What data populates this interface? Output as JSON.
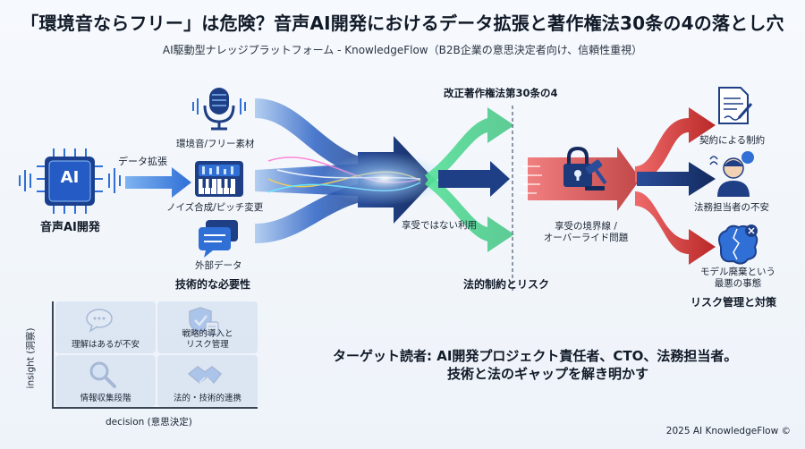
{
  "header": {
    "title": "「環境音ならフリー」は危険？音声AI開発におけるデータ拡張と著作権法30条の4の落とし穴",
    "subtitle": "AI駆動型ナレッジプラットフォーム - KnowledgeFlow（B2B企業の意思決定者向け、信頼性重視）"
  },
  "left": {
    "ai_chip_label": "AI",
    "ai_caption": "音声AI開発",
    "expand_label": "データ拡張"
  },
  "sources": {
    "ambient": "環境音/フリー素材",
    "noise": "ノイズ合成/ピッチ変更",
    "external": "外部データ",
    "footer": "技術的な必要性"
  },
  "middle": {
    "law_heading": "改正著作権法第30条の4",
    "non_enjoyment": "享受ではない利用",
    "section_footer": "法的制約とリスク",
    "boundary_line1": "享受の境界線 /",
    "boundary_line2": "オーバーライド問題"
  },
  "right": {
    "contract": "契約による制約",
    "legal_anxiety": "法務担当者の不安",
    "model_line1": "モデル廃棄という",
    "model_line2": "最悪の事態",
    "footer": "リスク管理と対策"
  },
  "matrix": {
    "y_axis": "insight (洞察)",
    "x_axis": "decision (意思決定)",
    "cells": [
      {
        "label": "理解はあるが不安",
        "icon": "speech-bubble-icon"
      },
      {
        "label": "戦略的導入と\nリスク管理",
        "icon": "shield-check-icon"
      },
      {
        "label": "情報収集段階",
        "icon": "magnifier-icon"
      },
      {
        "label": "法的・技術的連携",
        "icon": "handshake-icon"
      }
    ]
  },
  "target": {
    "line1": "ターゲット読者: AI開発プロジェクト責任者、CTO、法務担当者。",
    "line2": "技術と法のギャップを解き明かす"
  },
  "footer": {
    "copyright": "2025 AI KnowledgeFlow ©"
  },
  "colors": {
    "accent_blue": "#2f6fd6",
    "risk_red": "#d03a3a",
    "navy": "#15306a",
    "glow_green": "#3bd27a"
  }
}
